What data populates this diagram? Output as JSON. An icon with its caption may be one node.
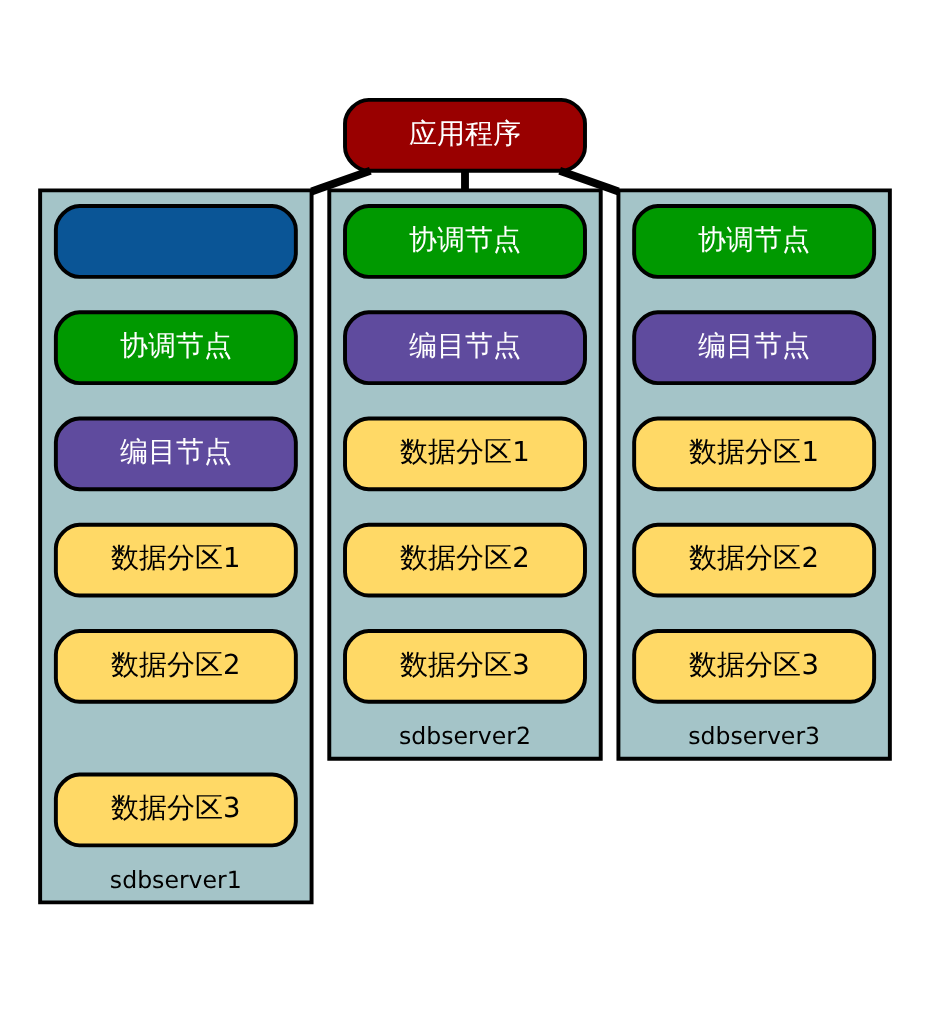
{
  "diagram": {
    "nodes": [
      {
        "text": [
          "应用程序"
        ]
      },
      {
        "text": [
          "sdbserver1"
        ]
      },
      {
        "text": [],
        "shape": "box",
        "in": 1
      },
      {
        "text": [
          "协调节点"
        ],
        "in": 1
      },
      {
        "text": [
          "编目节点"
        ],
        "in": 1
      },
      {
        "text": [
          "数据分区1"
        ],
        "in": 1
      },
      {
        "text": [
          "数据分区2"
        ],
        "in": 1
      },
      {
        "text": [
          "数据分区3"
        ],
        "in": 1
      },
      {
        "text": [
          "sdbserver2"
        ]
      },
      {
        "text": [
          "协调节点"
        ],
        "in": 8
      },
      {
        "text": [
          "编目节点"
        ],
        "in": 8
      },
      {
        "text": [
          "数据分区1"
        ],
        "in": 8
      },
      {
        "text": [
          "数据分区2"
        ],
        "in": 8
      },
      {
        "text": [
          "数据分区3"
        ],
        "in": 8
      },
      {
        "text": [
          "sdbserver3"
        ]
      },
      {
        "text": [
          "协调节点"
        ],
        "in": 14
      },
      {
        "text": [
          "编目节点"
        ],
        "in": 14
      },
      {
        "text": [
          "数据分区1"
        ],
        "in": 14
      },
      {
        "text": [
          "数据分区2"
        ],
        "in": 14
      },
      {
        "text": [
          "数据分区3"
        ],
        "in": 14
      }
    ],
    "edges": [
      {
        "from": 0,
        "to": 1,
        "arrow": "none"
      },
      {
        "from": 0,
        "to": 8,
        "arrow": "none"
      },
      {
        "from": 0,
        "to": 14,
        "arrow": "none"
      }
    ]
  }
}
